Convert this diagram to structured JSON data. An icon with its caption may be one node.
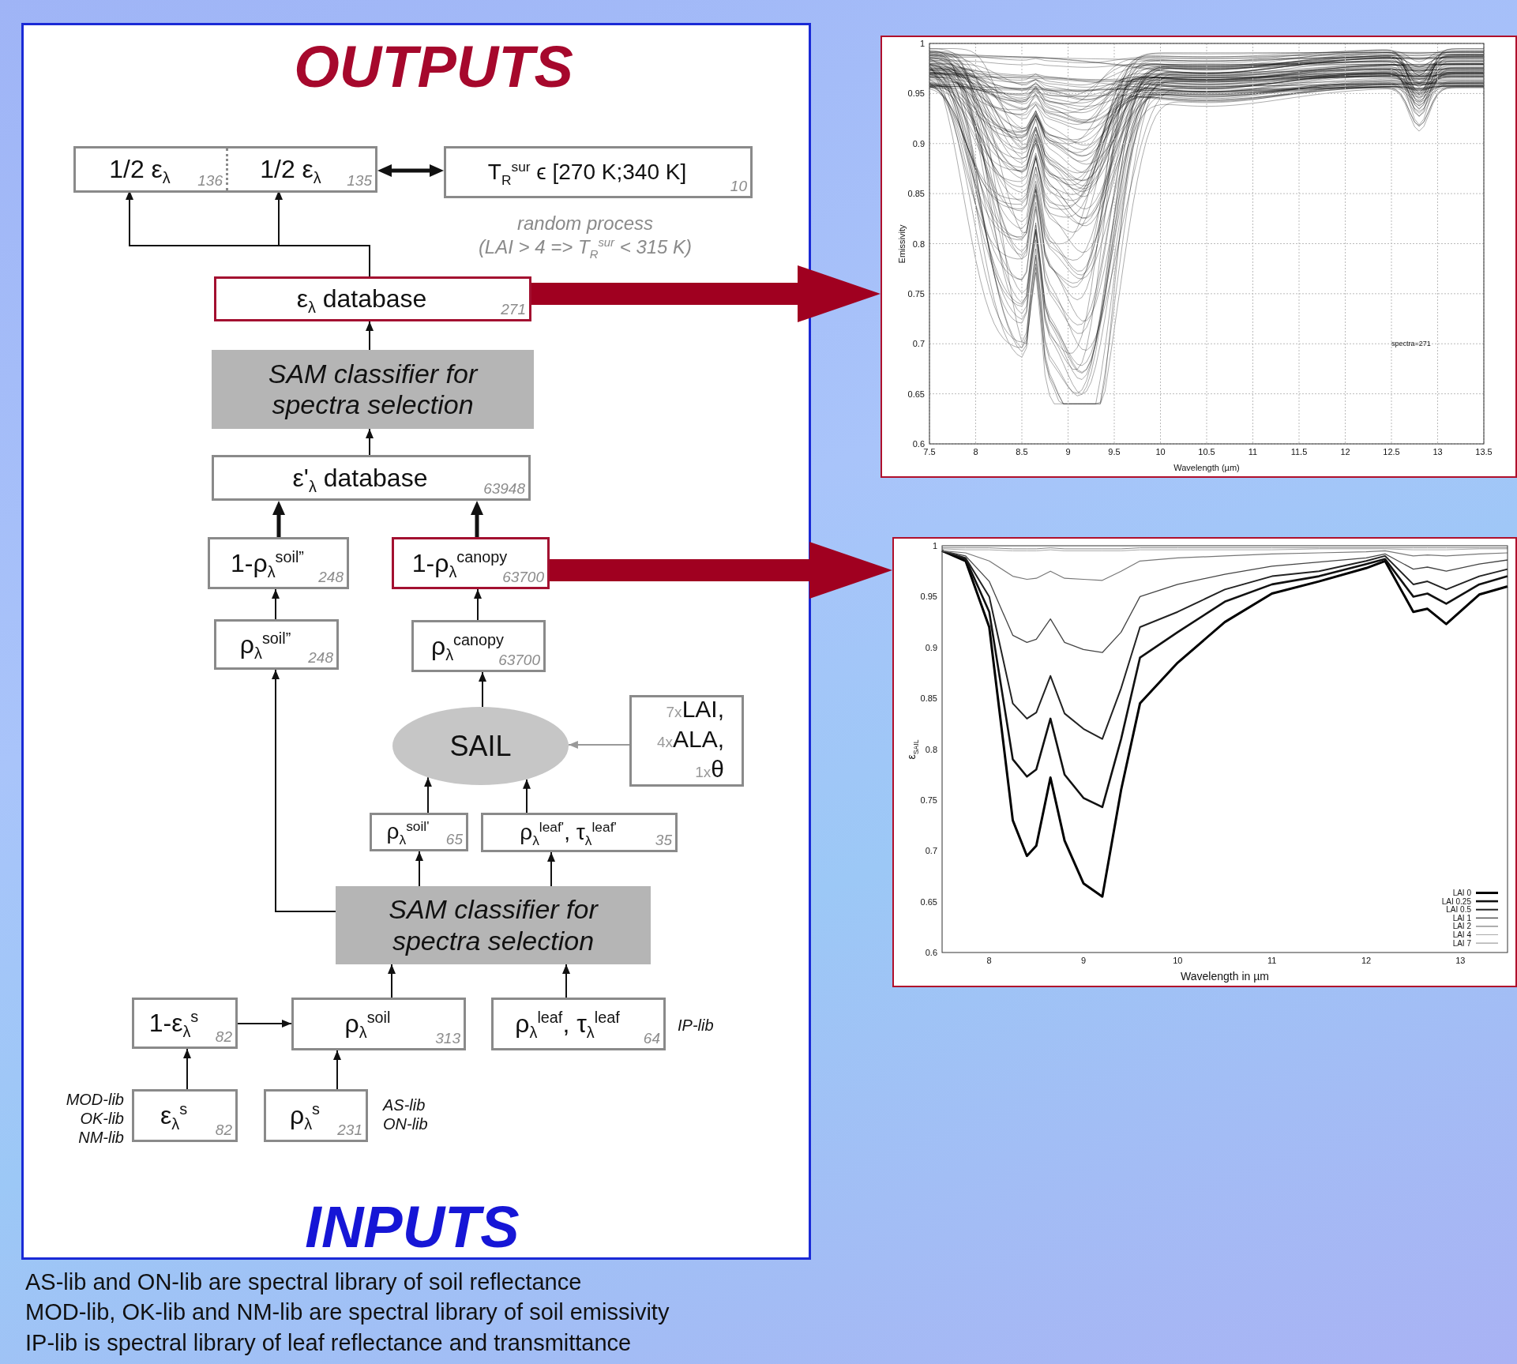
{
  "diagram": {
    "nodes": [
      {
        "text": [],
        "shape": "box"
      },
      {
        "text": [
          "1/2 ε$_{λ}$",
          "136"
        ],
        "in": 0
      },
      {
        "text": [
          "1/2 ε$_{λ}$",
          "135"
        ],
        "in": 0
      },
      {
        "text": [
          "T$_{R}$$^{sur}$ ϵ [270 K;340 K]",
          "10"
        ],
        "beside": [
          "random process",
          "(LAI > 4 => T$_{R}$$^{sur}$ < 315 K)"
        ]
      },
      {
        "text": [
          "ε$_{λ}$ database",
          "271"
        ]
      },
      {
        "text": [
          "SAM classifier for spectra selection"
        ]
      },
      {
        "text": [
          "ε'$_{λ}$ database",
          "63948"
        ]
      },
      {
        "text": [
          "1-ρ$_{λ}$$^{soil”}$",
          "248"
        ]
      },
      {
        "text": [
          "1-ρ$_{λ}$$^{canopy}$",
          "63700"
        ]
      },
      {
        "text": [
          "ρ$_{λ}$$^{soil”}$",
          "248"
        ]
      },
      {
        "text": [
          "ρ$_{λ}$$^{canopy}$",
          "63700"
        ]
      },
      {
        "text": [
          "SAIL"
        ]
      },
      {
        "text": [
          "7x",
          "LAI,",
          "4x",
          "ALA,",
          "1x",
          "θ"
        ]
      },
      {
        "text": [
          "ρ$_{λ}$$^{soil'}$",
          "65"
        ]
      },
      {
        "text": [
          "ρ$_{λ}$$^{leaf'}$, τ$_{λ}$$^{leaf'}$",
          "35"
        ]
      },
      {
        "text": [
          "SAM classifier for spectra selection"
        ]
      },
      {
        "text": [
          "1-ε$_{λ}$$^{s}$",
          "82"
        ]
      },
      {
        "text": [
          "ρ$_{λ}$$^{soil}$",
          "313"
        ]
      },
      {
        "text": [
          "ρ$_{λ}$$^{leaf}$, τ$_{λ}$$^{leaf}$",
          "64"
        ],
        "beside": [
          "IP-lib"
        ]
      },
      {
        "text": [
          "ε$_{λ}$$^{s}$",
          "82"
        ],
        "beside": [
          "MOD-lib OK-lib NM-lib"
        ]
      },
      {
        "text": [
          "ρ$_{λ}$$^{s}$",
          "231"
        ],
        "beside": [
          "AS-lib ON-lib"
        ]
      },
      {
        "text": [],
        "shape": "picture"
      },
      {
        "text": [],
        "shape": "picture"
      }
    ],
    "edges": [
      {
        "from": 4,
        "to": 1,
        "arrow": "to"
      },
      {
        "from": 4,
        "to": 2,
        "arrow": "to"
      },
      {
        "from": 0,
        "to": 3,
        "arrow": "both",
        "style": "thick"
      },
      {
        "from": 5,
        "to": 4,
        "arrow": "to"
      },
      {
        "from": 6,
        "to": 5,
        "arrow": "to"
      },
      {
        "from": 7,
        "to": 6,
        "arrow": "to",
        "style": "thick"
      },
      {
        "from": 8,
        "to": 6,
        "arrow": "to",
        "style": "thick"
      },
      {
        "from": 9,
        "to": 7,
        "arrow": "to"
      },
      {
        "from": 10,
        "to": 8,
        "arrow": "to"
      },
      {
        "from": 11,
        "to": 10,
        "arrow": "to"
      },
      {
        "from": 12,
        "to": 11,
        "arrow": "to",
        "color": "#999999"
      },
      {
        "from": 13,
        "to": 11,
        "arrow": "to"
      },
      {
        "from": 14,
        "to": 11,
        "arrow": "to"
      },
      {
        "from": 15,
        "to": 9,
        "arrow": "to"
      },
      {
        "from": 15,
        "to": 13,
        "arrow": "to"
      },
      {
        "from": 15,
        "to": 14,
        "arrow": "to"
      },
      {
        "from": 17,
        "to": 15,
        "arrow": "to"
      },
      {
        "from": 18,
        "to": 15,
        "arrow": "to"
      },
      {
        "from": 16,
        "to": 17,
        "arrow": "to"
      },
      {
        "from": 19,
        "to": 16,
        "arrow": "to"
      },
      {
        "from": 20,
        "to": 17,
        "arrow": "to"
      },
      {
        "from": 4,
        "to": 21,
        "arrow": "to",
        "style": "thick",
        "color": "#a00020"
      },
      {
        "from": 8,
        "to": 22,
        "arrow": "to",
        "style": "thick",
        "color": "#a00020"
      }
    ],
    "labels": [
      "OUTPUTS",
      "INPUTS",
      "AS-lib and ON-lib are spectral library of soil reflectance",
      "MOD-lib, OK-lib and NM-lib are spectral library of soil emissivity",
      "IP-lib is spectral library of leaf reflectance and transmittance"
    ],
    "chart_data": [
      {
        "type": "line",
        "xlabel": "Wavelength (µm)",
        "ylabel": "Emissivity",
        "xlim": [
          7.5,
          13.5
        ],
        "ylim": [
          0.6,
          1
        ],
        "xticks": [
          7.5,
          8,
          8.5,
          9,
          9.5,
          10,
          10.5,
          11,
          11.5,
          12,
          12.5,
          13,
          13.5
        ],
        "yticks": [
          0.6,
          0.65,
          0.7,
          0.75,
          0.8,
          0.85,
          0.9,
          0.95,
          1
        ],
        "grid": true,
        "annotations": [
          "spectra=271"
        ]
      },
      {
        "type": "line",
        "xlabel": "Wavelength in µm",
        "ylabel": "ε$_{SAIL}$",
        "xlim": [
          7.5,
          13.5
        ],
        "ylim": [
          0.6,
          1
        ],
        "xticks": [
          8,
          9,
          10,
          11,
          12,
          13
        ],
        "yticks": [
          0.6,
          0.65,
          0.7,
          0.75,
          0.8,
          0.85,
          0.9,
          0.95,
          1
        ],
        "legend": "lower right",
        "x": [
          7.5,
          7.75,
          8,
          8.25,
          8.4,
          8.5,
          8.65,
          8.8,
          9,
          9.2,
          9.4,
          9.6,
          10,
          10.5,
          11,
          11.5,
          12,
          12.2,
          12.5,
          12.65,
          12.85,
          13.2,
          13.5
        ],
        "series": [
          {
            "name": "LAI 0",
            "color": "#000000",
            "values": [
              0.995,
              0.985,
              0.92,
              0.73,
              0.695,
              0.705,
              0.772,
              0.71,
              0.668,
              0.655,
              0.76,
              0.845,
              0.885,
              0.925,
              0.953,
              0.965,
              0.978,
              0.985,
              0.935,
              0.938,
              0.923,
              0.952,
              0.96
            ]
          },
          {
            "name": "LAI 0.25",
            "color": "#111111",
            "values": [
              0.995,
              0.987,
              0.935,
              0.79,
              0.773,
              0.78,
              0.83,
              0.775,
              0.752,
              0.743,
              0.81,
              0.89,
              0.915,
              0.945,
              0.962,
              0.97,
              0.982,
              0.987,
              0.95,
              0.953,
              0.943,
              0.962,
              0.97
            ]
          },
          {
            "name": "LAI 0.5",
            "color": "#222222",
            "values": [
              0.995,
              0.988,
              0.95,
              0.845,
              0.83,
              0.836,
              0.872,
              0.835,
              0.82,
              0.81,
              0.86,
              0.92,
              0.935,
              0.957,
              0.97,
              0.975,
              0.985,
              0.99,
              0.962,
              0.965,
              0.957,
              0.97,
              0.977
            ]
          },
          {
            "name": "LAI 1",
            "color": "#444444",
            "values": [
              0.995,
              0.99,
              0.965,
              0.912,
              0.905,
              0.908,
              0.928,
              0.905,
              0.898,
              0.895,
              0.915,
              0.95,
              0.962,
              0.972,
              0.98,
              0.984,
              0.988,
              0.992,
              0.977,
              0.979,
              0.975,
              0.982,
              0.986
            ]
          },
          {
            "name": "LAI 2",
            "color": "#777777",
            "values": [
              0.995,
              0.993,
              0.985,
              0.97,
              0.967,
              0.968,
              0.975,
              0.968,
              0.967,
              0.966,
              0.975,
              0.985,
              0.988,
              0.99,
              0.992,
              0.993,
              0.994,
              0.995,
              0.99,
              0.991,
              0.99,
              0.992,
              0.993
            ]
          },
          {
            "name": "LAI 4",
            "color": "#aaaaaa",
            "values": [
              0.997,
              0.996,
              0.996,
              0.995,
              0.995,
              0.995,
              0.996,
              0.995,
              0.995,
              0.995,
              0.995,
              0.996,
              0.996,
              0.996,
              0.996,
              0.997,
              0.997,
              0.997,
              0.996,
              0.996,
              0.996,
              0.997,
              0.997
            ]
          },
          {
            "name": "LAI 7",
            "color": "#888888",
            "values": [
              0.998,
              0.998,
              0.998,
              0.997,
              0.997,
              0.997,
              0.998,
              0.997,
              0.997,
              0.997,
              0.997,
              0.998,
              0.998,
              0.998,
              0.998,
              0.998,
              0.998,
              0.998,
              0.998,
              0.998,
              0.998,
              0.998,
              0.998
            ]
          }
        ]
      }
    ]
  }
}
